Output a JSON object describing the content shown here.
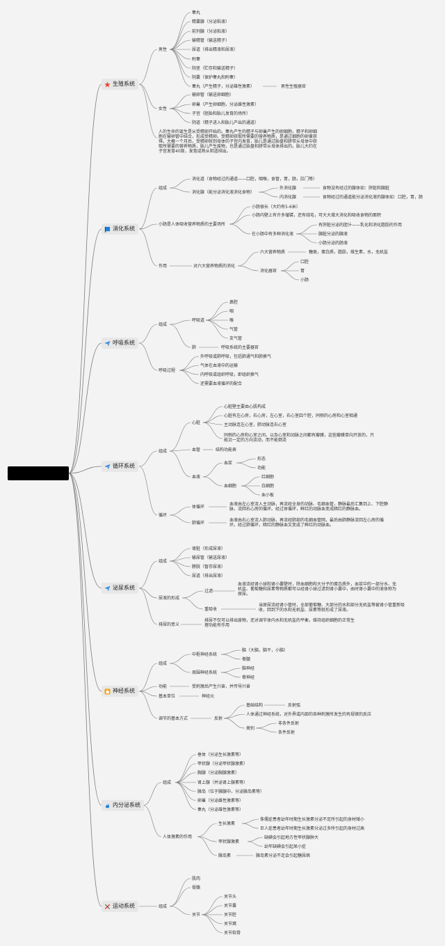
{
  "colors": {
    "background": "#f3f3f3",
    "line": "#7a7a7a",
    "root": "#000000",
    "node": "#e7e7e7"
  },
  "systems": {
    "s1": {
      "label": "生殖系统",
      "icon": "star-icon",
      "color": "#e8432f"
    },
    "s2": {
      "label": "消化系统",
      "icon": "flag-icon",
      "color": "#1f7fd6"
    },
    "s3": {
      "label": "呼吸系统",
      "icon": "plane-icon",
      "color": "#1f7fd6"
    },
    "s4": {
      "label": "循环系统",
      "icon": "plane-icon",
      "color": "#1f7fd6"
    },
    "s5": {
      "label": "泌尿系统",
      "icon": "plane-icon",
      "color": "#1f7fd6"
    },
    "s6": {
      "label": "神经系统",
      "icon": "thumbs-up-icon",
      "color": "#f0a21a"
    },
    "s7": {
      "label": "内分泌系统",
      "icon": "flame-icon",
      "color": "#1f7fd6"
    },
    "s8": {
      "label": "运动系统",
      "icon": "tools-icon",
      "color": "#d8452f"
    }
  },
  "t": {
    "a1": "男性",
    "a2": "睾丸",
    "a3": "精囊腺（分泌粘液）",
    "a4": "前列腺（分泌粘液）",
    "a5": "输精管（输送精子）",
    "a6": "尿道（排出精液和尿液）",
    "a7": "附睾",
    "a8": "阴茎（贮存和输送精子）",
    "a9": "阴囊（保护睾丸和附睾）",
    "a10": "睾丸（产生精子，分泌雄性激素）",
    "a11": "男性生殖器官",
    "a12": "女性",
    "a13": "输卵管（输送卵细胞）",
    "a14": "卵巢（产生卵细胞，分泌雌性激素）",
    "a15": "子宫（胚胎和胎儿发育的场所）",
    "a16": "阴道（精子进入和胎儿产出的通道）",
    "a17": "人的生命的诞生是从受精卵开始的。睾丸产生的精子与卵巢产生的卵细胞，精子和卵细胞在输卵管中结合，形成受精卵。受精卵获取所需要的营养物质，是通过细胞的卵黄获得。大概一个月后，受精卵就到母体的子宫内发育，胎儿是通过胎盘和脐带从母体中获取所需要的营养物质，胎儿产生废物，也是通过胎盘和脐带从母体排出的。胎儿大约在子宫发育40周，发育成熟从阴道排出。",
    "b1": "组成",
    "b2": "消化道（食物经过的通道——口腔，咽喉，食管，胃，肠，肛门等）",
    "b3": "消化腺（能分泌消化液消化食物）",
    "b4": "外消化腺",
    "b5": "食物没有经过的腺体如：肝脏和胰脏",
    "b6": "内消化腺",
    "b7": "食物经过的通道能分泌消化液的腺体如：口腔，胃，肠",
    "b8": "小肠是人体吸收营养物质的主要场所",
    "b9": "小肠很长（大约有5-6米）",
    "b10": "小肠内壁上有许多皱襞，还有绒毛，可大大增大消化和吸收食物的面积",
    "b11": "在小肠中有多种消化液",
    "b12": "有肝脏分泌的胆汁——乳化和消化脂肪的作用",
    "b13": "胰脏分泌的胰液",
    "b14": "小肠分泌的肠液",
    "b15": "作用",
    "b16": "对六大营养物质的消化",
    "b17": "六大营养物质",
    "b18": "糖类，蛋白质，脂肪，维生素，水，无机盐",
    "b19": "消化器官",
    "b20": "口腔",
    "b21": "胃",
    "b22": "小肠",
    "c1": "组成",
    "c2": "呼吸道",
    "c3": "鼻腔",
    "c4": "咽",
    "c5": "喉",
    "c6": "气管",
    "c7": "支气管",
    "c8": "肺",
    "c9": "呼吸系统的主要器官",
    "c10": "呼吸过程",
    "c11": "外呼吸或肺呼吸，包括肺通气和肺换气",
    "c12": "气体在血液中的运输",
    "c13": "内呼吸或组织呼吸，即组织换气",
    "c14": "还需要血液循环的配合",
    "d1": "组成",
    "d2": "心脏",
    "d3": "心脏壁主要由心肌构成",
    "d4": "心脏有左心房，右心房，左心室，右心室四个腔，同侧的心房和心室相通",
    "d5": "主动脉连左心室，肺动脉连右心室",
    "d6": "同侧的心房和心室之间，以及心室和动脉之间都有瓣膜，这些瓣膜单向开放的，只能沿一定的方向流动，而不能倒流",
    "d7": "血管",
    "d8": "结构功能表",
    "d9": "血液",
    "d10": "血浆",
    "d11": "形态",
    "d12": "功能",
    "d13": "血细胞",
    "d14": "红细胞",
    "d15": "白细胞",
    "d16": "血小板",
    "d17": "循环",
    "d18": "体循环",
    "d19": "血液由左心室流入主动脉，再流经全身的动脉、毛细血管，静脉最后汇集到上、下腔静脉，流回右心房的循环。经过体循环，鲜红的动脉血变成暗红的静脉血。",
    "d20": "肺循环",
    "d21": "血液由右心室流入肺动脉，再流经肺部的毛细血管网，最后由肺静脉流回左心房的循环。经过肺循环，暗红的静脉血又变成了鲜红的动脉血。",
    "e1": "组成",
    "e2": "肾脏（形成尿液）",
    "e3": "输尿管（输送尿液）",
    "e4": "膀胱（暂存尿液）",
    "e5": "尿道（排出尿液）",
    "e6": "尿液的形成",
    "e7": "过滤",
    "e8": "血液流经肾小球和肾小囊壁时，除血细胞和大分子的蛋白质外，血浆中的一部分水、无机盐、葡萄糖和尿素等物质都可以经肾小球过滤到肾小囊中，由时肾小囊中的液体称为原尿。",
    "e9": "重吸收",
    "e10": "当原尿流经肾小管时，全部葡萄糖、大部分的水和部分无机盐等被肾小管重新吸收，回到下的水和无机盐、尿素等就形成了尿液。",
    "e11": "排尿的意义",
    "e12": "排尿不仅可以排出废物，还对调节体内水和无机盐的平衡，维持组织细胞的正常生理功能有作用",
    "f1": "组成",
    "f2": "中枢神经系统",
    "f3": "脑（大脑，脑干，小脑）",
    "f4": "脊髓",
    "f5": "周围神经系统",
    "f6": "脑神经",
    "f7": "脊神经",
    "f8": "功能",
    "f9": "受刺激后产生兴奋，并传导兴奋",
    "f10": "基本单位",
    "f11": "神经元",
    "f12": "调节的基本方式",
    "f13": "反射",
    "f14": "基础结构",
    "f15": "反射弧",
    "f16": "人体通过神经系统，对外界或内部的各种刺激所发生的有规律的反应",
    "f17": "类别",
    "f18": "非条件反射",
    "f19": "条件反射",
    "g1": "组成",
    "g2": "垂体（分泌生长激素等）",
    "g3": "甲状腺（分泌甲状腺激素）",
    "g4": "胸腺（分泌胸腺激素）",
    "g5": "肾上腺（并泌肾上腺素等）",
    "g6": "胰岛（位于胰腺中，分泌胰岛素等）",
    "g7": "卵巢（分泌雌性激素等）",
    "g8": "睾丸（分泌雄性激素等）",
    "g9": "人体激素的作用",
    "g10": "生长激素",
    "g11": "侏儒症患者幼年时期生长激素分泌不足所引起的身材矮小",
    "g12": "巨人症患者幼年时期生长激素分泌过多所引起的身材过高",
    "g13": "甲状腺激素",
    "g14": "缺碘会引起地方性甲状腺肿大",
    "g15": "幼年缺碘会引起呆小症",
    "g16": "胰岛素",
    "g17": "胰岛素分泌不足会引起糖尿病",
    "h1": "组成",
    "h2": "肌肉",
    "h3": "骨骼",
    "h4": "关节",
    "h5": "关节头",
    "h6": "关节囊",
    "h7": "关节腔",
    "h8": "关节窝",
    "h9": "关节软骨"
  }
}
